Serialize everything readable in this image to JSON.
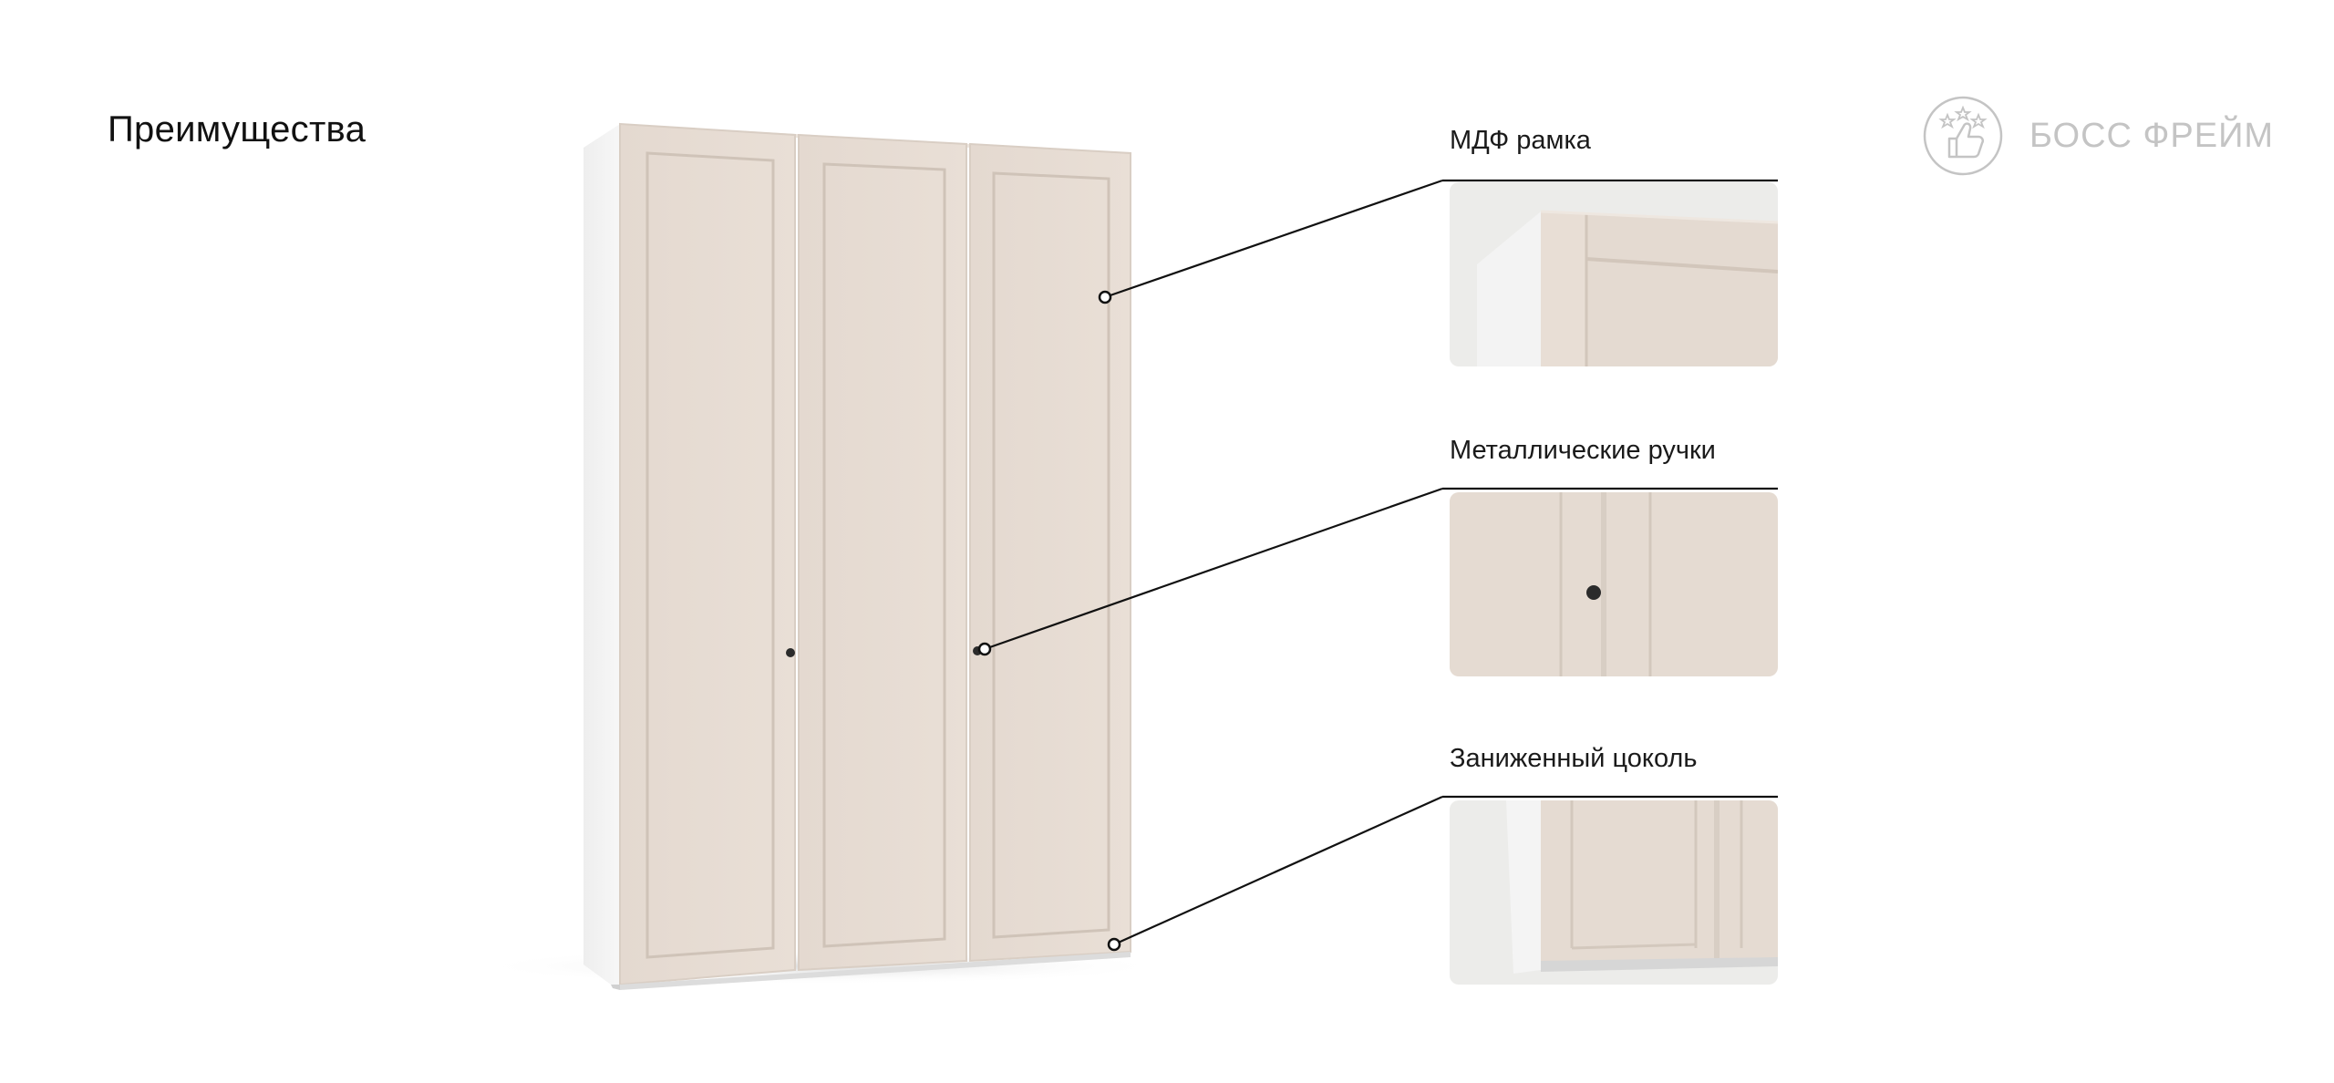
{
  "page": {
    "title": "Преимущества"
  },
  "brand": {
    "name": "БОСС ФРЕЙМ",
    "logo_icon": "thumbs-up-stars-icon",
    "color": "#c4c4c4"
  },
  "features": [
    {
      "label": "МДФ рамка",
      "icon": "mdf-frame-closeup"
    },
    {
      "label": "Металлические ручки",
      "icon": "metal-handle-closeup"
    },
    {
      "label": "Заниженный цоколь",
      "icon": "low-plinth-closeup"
    }
  ],
  "colors": {
    "door": "#e6dcd3",
    "body": "#f2f2f2",
    "closeup_bg": "#ebebe9",
    "handle": "#2b2b2b"
  }
}
